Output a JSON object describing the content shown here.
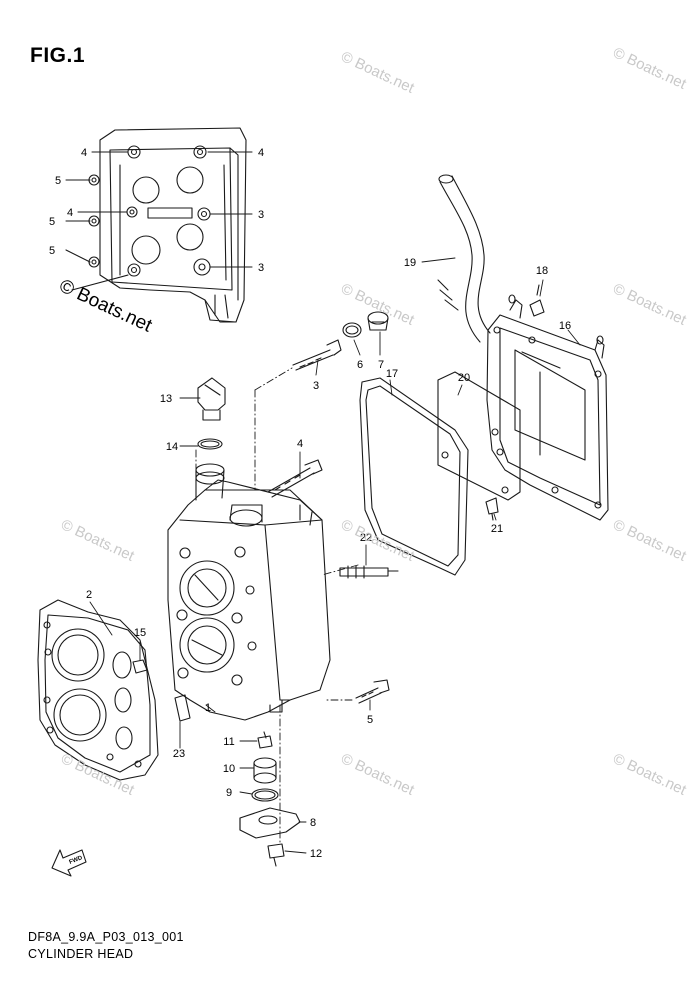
{
  "figure_title": "FIG.1",
  "drawing_code": "DF8A_9.9A_P03_013_001",
  "part_name": "CYLINDER HEAD",
  "watermark_text": "© Boats.net",
  "fwd_label": "FWD",
  "callouts": [
    "1",
    "2",
    "3",
    "4",
    "5",
    "6",
    "7",
    "8",
    "9",
    "10",
    "11",
    "12",
    "13",
    "14",
    "15",
    "16",
    "17",
    "18",
    "19",
    "20",
    "21",
    "22",
    "23"
  ],
  "colors": {
    "line": "#1a1a1a",
    "watermark": "#c9c9c9",
    "background": "#ffffff"
  }
}
